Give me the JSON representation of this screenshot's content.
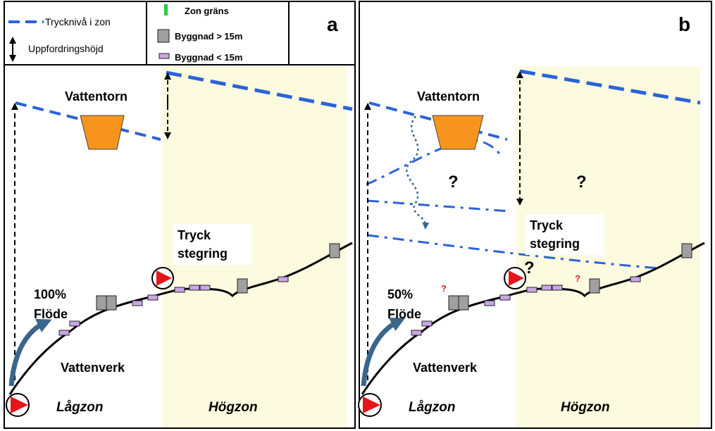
{
  "legend": {
    "pressure_level": "Trycknivå i zon",
    "lift_height": "Uppfordringshöjd",
    "zone_border": "Zon gräns",
    "building_tall": "Byggnad > 15m",
    "building_low": "Byggnad < 15m"
  },
  "panel_a": {
    "letter": "a",
    "tower": "Vattentorn",
    "boost_line1": "Tryck",
    "boost_line2": "stegring",
    "flow_pct": "100%",
    "flow_word": "Flöde",
    "plant": "Vattenverk",
    "low_zone": "Lågzon",
    "high_zone": "Högzon"
  },
  "panel_b": {
    "letter": "b",
    "tower": "Vattentorn",
    "boost_line1": "Tryck",
    "boost_line2": "stegring",
    "flow_pct": "50%",
    "flow_word": "Flöde",
    "plant": "Vattenverk",
    "low_zone": "Lågzon",
    "high_zone": "Högzon",
    "question": "?",
    "small_question": "?"
  },
  "colors": {
    "dash_blue": "#2a63d8",
    "high_zone_fill": "#fdfbdf",
    "tower_orange": "#f7941d",
    "pump_red": "#e8141b",
    "arrow_steel": "#3b668c",
    "building_gray": "#a0a0a0",
    "building_purple": "#c9a7e6",
    "zone_green": "#22cc44",
    "question_red": "#e02020"
  }
}
